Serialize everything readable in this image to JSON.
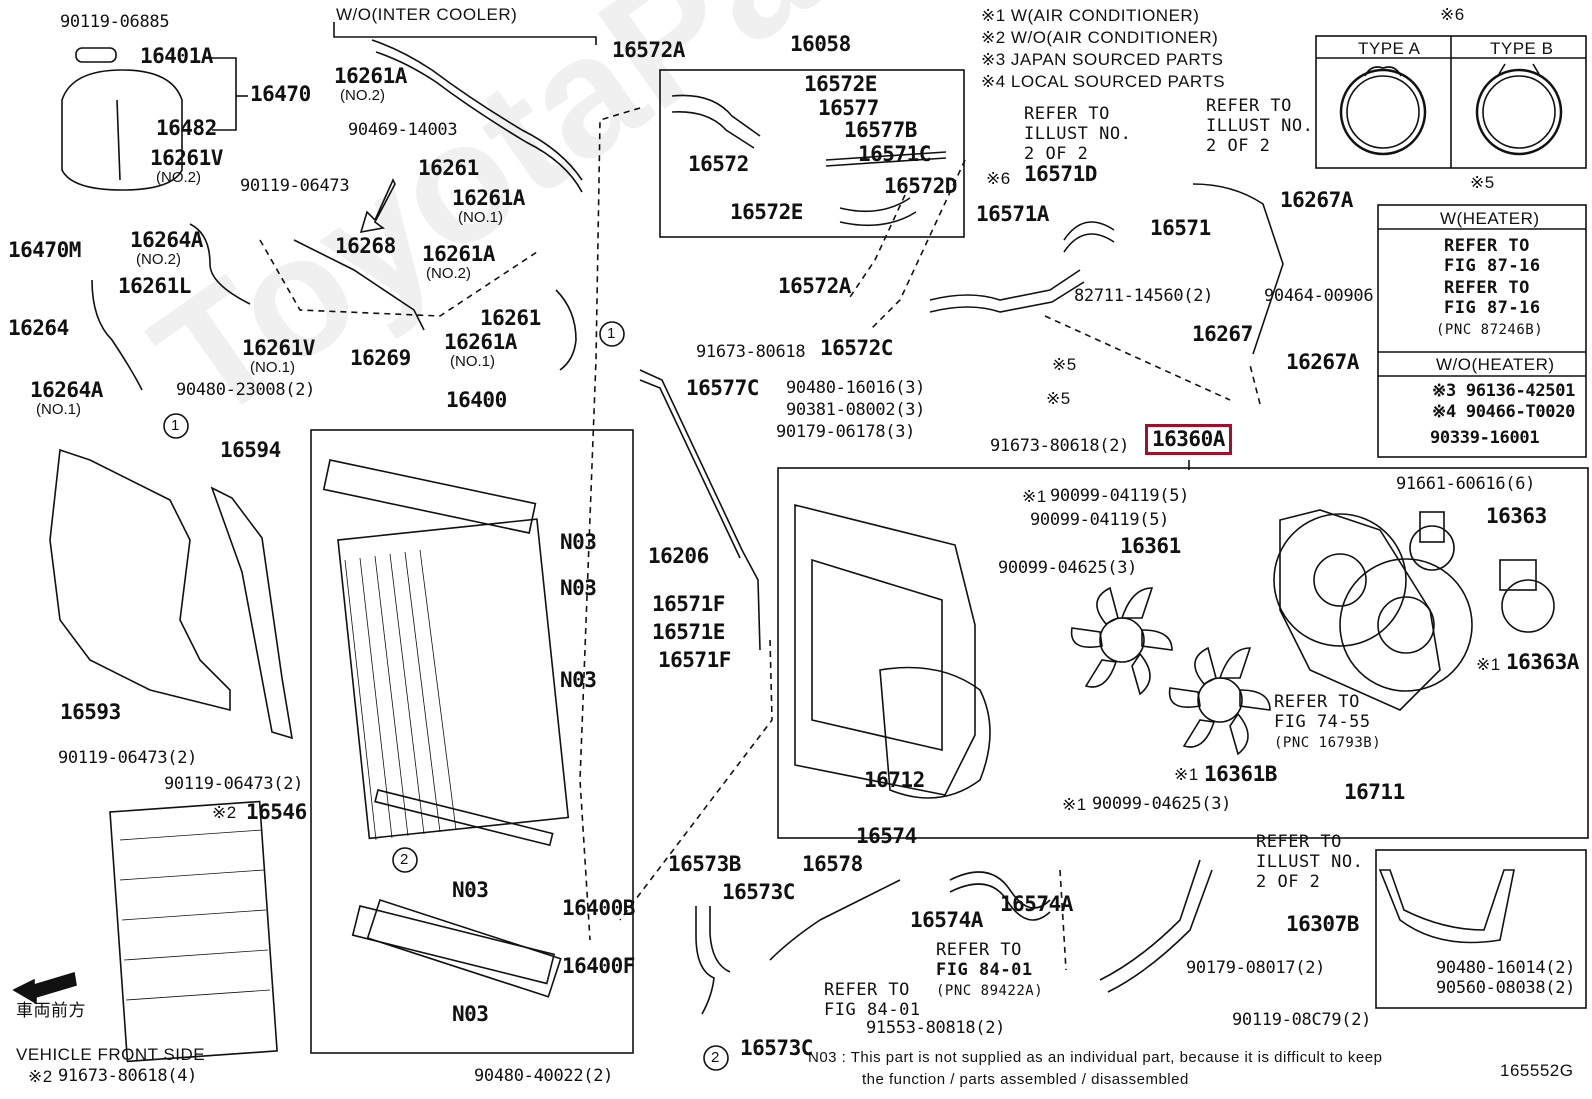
{
  "watermark": "ToyotaPartsWire.ru",
  "legend_notes": [
    "※1 W(AIR CONDITIONER)",
    "※2 W/O(AIR CONDITIONER)",
    "※3 JAPAN SOURCED PARTS",
    "※4 LOCAL SOURCED PARTS"
  ],
  "inter_cooler_label": "W/O(INTER COOLER)",
  "clamp_box": {
    "note": "※6",
    "type_a": "TYPE A",
    "type_b": "TYPE B"
  },
  "heater_box": {
    "note": "※5",
    "w_heater": "W(HEATER)",
    "ref1": "REFER TO",
    "ref1b": "FIG 87-16",
    "ref2": "REFER TO",
    "ref2b": "FIG 87-16",
    "ref2c": "(PNC 87246B)",
    "wo_heater": "W/O(HEATER)",
    "p1": "※3 96136-42501",
    "p2": "※4 90466-T0020",
    "p3": "90339-16001"
  },
  "highlight_part": "16360A",
  "parts": {
    "p90119_06885": "90119-06885",
    "p16401A": "16401A",
    "p16470": "16470",
    "p16482": "16482",
    "p16261V_a": "16261V",
    "sub_no2_a": "(NO.2)",
    "p90119_06473": "90119-06473",
    "p16470M": "16470M",
    "p16264A_a": "16264A",
    "sub_no2_b": "(NO.2)",
    "p16261L": "16261L",
    "p16264": "16264",
    "p16261V_b": "16261V",
    "sub_no1_a": "(NO.1)",
    "p16264A_b": "16264A",
    "sub_no1_b": "(NO.1)",
    "p16261A_a": "16261A",
    "sub_no2_c": "(NO.2)",
    "p90469_14003": "90469-14003",
    "p16261": "16261",
    "p16261A_b": "16261A",
    "sub_no1_c": "(NO.1)",
    "p16268": "16268",
    "p16261A_c": "16261A",
    "sub_no2_d": "(NO.2)",
    "p16261_b": "16261",
    "p16261A_d": "16261A",
    "sub_no1_d": "(NO.1)",
    "p16269": "16269",
    "p90480_23008": "90480-23008(2)",
    "p16400": "16400",
    "p16572A_a": "16572A",
    "p16058": "16058",
    "p16572E_a": "16572E",
    "p16577": "16577",
    "p16577B": "16577B",
    "p16571C": "16571C",
    "p16572": "16572",
    "p16572D": "16572D",
    "p16572E_b": "16572E",
    "p16572A_b": "16572A",
    "p16572C": "16572C",
    "p91673_80618_a": "91673-80618",
    "p16577C": "16577C",
    "p90480_16016": "90480-16016(3)",
    "p90381_08002": "90381-08002(3)",
    "p90179_06178": "90179-06178(3)",
    "p91673_80618_b": "91673-80618(2)",
    "p16571D": "16571D",
    "p16571A": "16571A",
    "p16571": "16571",
    "p82711_14560": "82711-14560(2)",
    "p90464_00906": "90464-00906",
    "p16267": "16267",
    "p16267A_a": "16267A",
    "p16267A_b": "16267A",
    "note6": "※6",
    "note5a": "※5",
    "note5b": "※5",
    "p16594": "16594",
    "p16593": "16593",
    "p90119_06473_b": "90119-06473(2)",
    "p90119_06473_c": "90119-06473(2)",
    "p16546": "16546",
    "note2_16546": "※2",
    "p91673_80618_c": "91673-80618(4)",
    "note2_c": "※2",
    "pN03_a": "N03",
    "pN03_b": "N03",
    "pN03_c": "N03",
    "pN03_d": "N03",
    "pN03_e": "N03",
    "p16400B": "16400B",
    "p16400F": "16400F",
    "p90480_40022": "90480-40022(2)",
    "p16206": "16206",
    "p16571F_a": "16571F",
    "p16571E": "16571E",
    "p16571F_b": "16571F",
    "p91661_60616": "91661-60616(6)",
    "p90099_04119_a": "90099-04119(5)",
    "note1_a": "※1",
    "p90099_04119_b": "90099-04119(5)",
    "p16361": "16361",
    "p90099_04625_a": "90099-04625(3)",
    "p16363": "16363",
    "p16363A": "16363A",
    "note1_b": "※1",
    "p16712": "16712",
    "p16361B": "16361B",
    "note1_c": "※1",
    "p90099_04625_b": "90099-04625(3)",
    "note1_d": "※1",
    "p16711": "16711",
    "p16574": "16574",
    "p16573B": "16573B",
    "p16578": "16578",
    "p16573C_a": "16573C",
    "p16574A_a": "16574A",
    "p16574A_b": "16574A",
    "p16573C_b": "16573C",
    "p91553_80818": "91553-80818(2)",
    "p16307B": "16307B",
    "p90179_08017": "90179-08017(2)",
    "p90480_16014": "90480-16014(2)",
    "p90560_08038": "90560-08038(2)",
    "p90119_08C79": "90119-08C79(2)",
    "diagram_id": "165552G"
  },
  "refs": {
    "r1": [
      "REFER TO",
      "ILLUST NO.",
      "2 OF 2"
    ],
    "r2": [
      "REFER TO",
      "ILLUST NO.",
      "2 OF 2"
    ],
    "r3": [
      "REFER TO",
      "FIG 74-55",
      "(PNC 16793B)"
    ],
    "r4": [
      "REFER TO",
      "FIG 84-01",
      "(PNC 89422A)"
    ],
    "r5": [
      "REFER TO",
      "FIG 84-01"
    ],
    "r6": [
      "REFER TO",
      "ILLUST NO.",
      "2 OF 2"
    ]
  },
  "callouts": {
    "c1a": "1",
    "c1b": "1",
    "c2a": "2",
    "c2b": "2"
  },
  "vehicle_front": {
    "jp": "車両前方",
    "en": "VEHICLE FRONT SIDE"
  },
  "footnote": {
    "line1": "N03 : This part is not supplied as an individual part, because it is difficult to keep",
    "line2": "the function / parts assembled / disassembled"
  }
}
